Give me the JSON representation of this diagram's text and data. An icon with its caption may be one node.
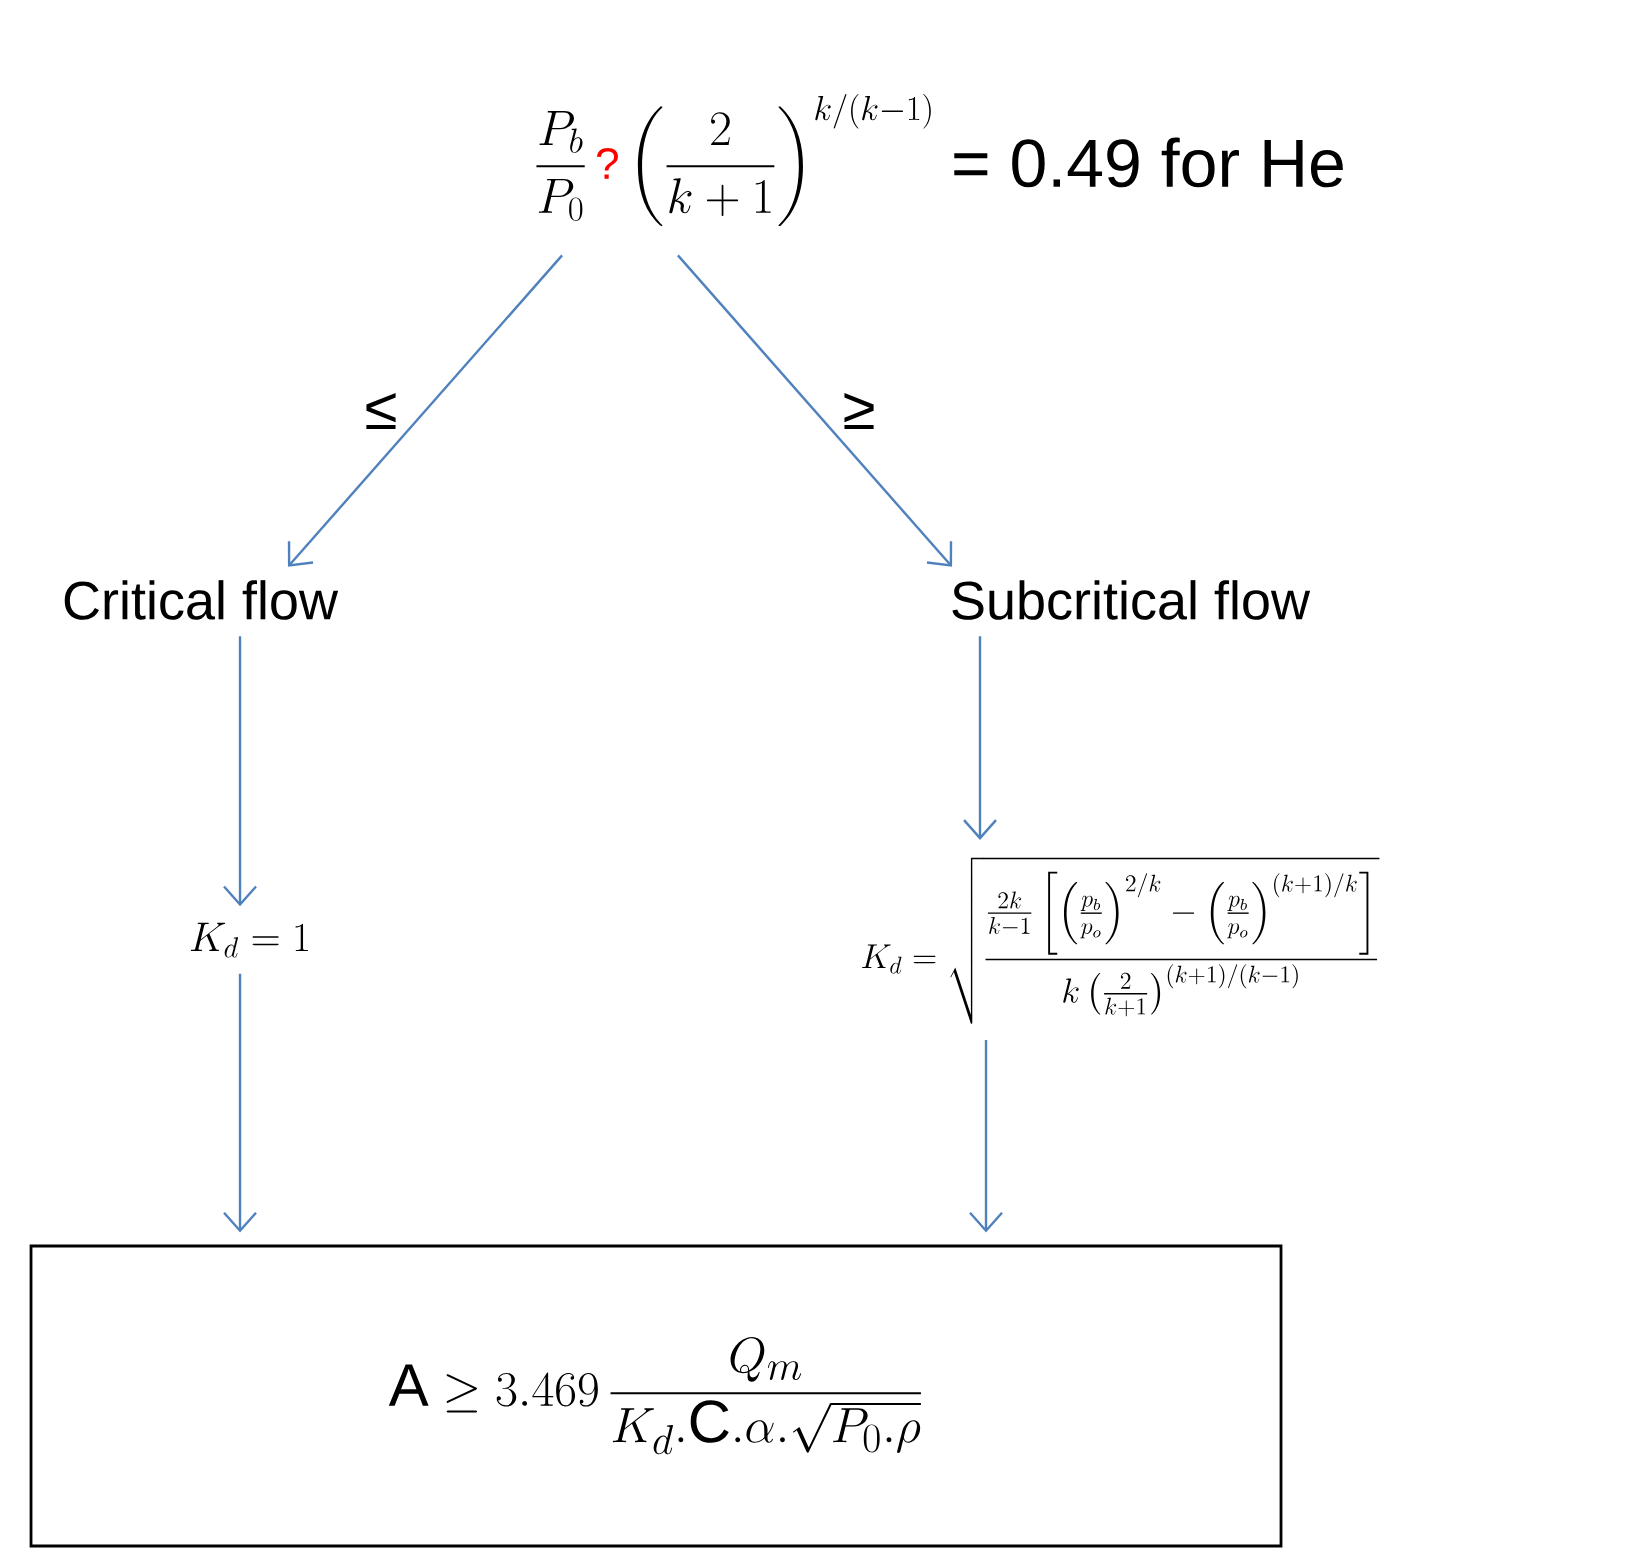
{
  "diagram": {
    "nodes": [
      {
        "text": [
          "\\frac{P_b}{P_0}",
          "?",
          "\\left(\\frac{2}{k+1}\\right)^{k/(k-1)}",
          "= 0.49 for He"
        ]
      },
      {
        "text": [
          "Critical flow"
        ]
      },
      {
        "text": [
          "Subcritical flow"
        ]
      },
      {
        "text": [
          "K_d = 1"
        ]
      },
      {
        "text": [
          "K_d = \\sqrt{\\frac{\\frac{2k}{k-1}\\left[\\left(\\frac{p_b}{p_o}\\right)^{2/k}-\\left(\\frac{p_b}{p_o}\\right)^{(k+1)/k}\\right]}{k\\left(\\frac{2}{k+1}\\right)^{(k+1)/(k-1)}}}"
        ]
      },
      {
        "text": [
          "\\mathrm{A} \\geq 3.469\\,\\frac{Q_m}{K_d.\\mathrm{C}.\\alpha.\\sqrt{P_0.\\rho}}"
        ]
      }
    ],
    "edges": [
      {
        "from": 0,
        "to": 1,
        "arrow": "to",
        "label": "≤"
      },
      {
        "from": 0,
        "to": 2,
        "arrow": "to",
        "label": "≥"
      },
      {
        "from": 1,
        "to": 3,
        "arrow": "to"
      },
      {
        "from": 2,
        "to": 4,
        "arrow": "to"
      },
      {
        "from": 3,
        "to": 5,
        "arrow": "to"
      },
      {
        "from": 4,
        "to": 5,
        "arrow": "to"
      }
    ]
  }
}
